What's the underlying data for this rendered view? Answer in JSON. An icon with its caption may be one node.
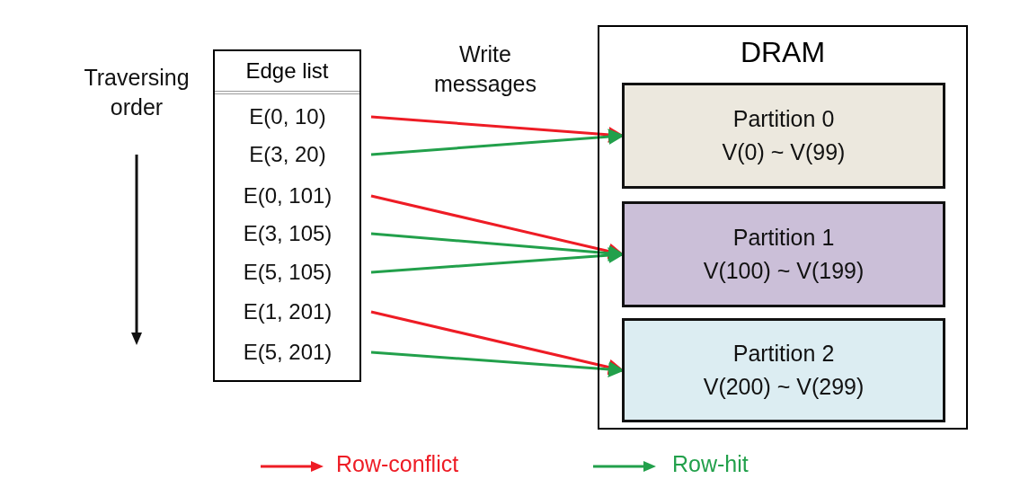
{
  "diagram": {
    "nodes": [
      {
        "text": [
          "Edge list"
        ]
      },
      {
        "text": [
          "E(0, 10)"
        ],
        "in": 0
      },
      {
        "text": [
          "E(3, 20)"
        ],
        "in": 0
      },
      {
        "text": [
          "E(0, 101)"
        ],
        "in": 0
      },
      {
        "text": [
          "E(3, 105)"
        ],
        "in": 0
      },
      {
        "text": [
          "E(5, 105)"
        ],
        "in": 0
      },
      {
        "text": [
          "E(1, 201)"
        ],
        "in": 0
      },
      {
        "text": [
          "E(5, 201)"
        ],
        "in": 0
      },
      {
        "text": [
          "DRAM"
        ]
      },
      {
        "text": [
          "Partition 0",
          "V(0) ~ V(99)"
        ],
        "in": 8
      },
      {
        "text": [
          "Partition 1",
          "V(100) ~ V(199)"
        ],
        "in": 8
      },
      {
        "text": [
          "Partition 2",
          "V(200) ~ V(299)"
        ],
        "in": 8
      }
    ],
    "edges": [
      {
        "from": 1,
        "to": 9,
        "arrow": "to",
        "color": "#ee1c25"
      },
      {
        "from": 2,
        "to": 9,
        "arrow": "to"
      },
      {
        "from": 3,
        "to": 10,
        "arrow": "to",
        "color": "#ee1c25"
      },
      {
        "from": 4,
        "to": 10,
        "arrow": "to"
      },
      {
        "from": 5,
        "to": 10,
        "arrow": "to"
      },
      {
        "from": 6,
        "to": 11,
        "arrow": "to",
        "color": "#ee1c25"
      },
      {
        "from": 7,
        "to": 11,
        "arrow": "to"
      }
    ],
    "labels": [
      "Traversing order",
      "Write messages"
    ],
    "legend": [
      {
        "text": "Row-conflict"
      },
      {
        "text": "Row-hit"
      }
    ]
  }
}
